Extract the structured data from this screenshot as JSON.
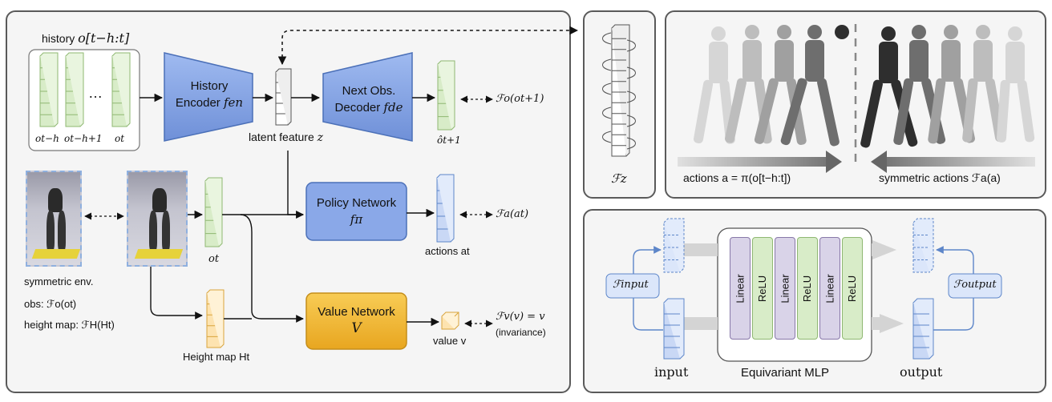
{
  "main_panel": {
    "history_label": "history",
    "history_symbol": "o[t−h:t]",
    "history_ticks": [
      "ot−h",
      "ot−h+1",
      "…",
      "ot"
    ],
    "encoder": {
      "line1": "History",
      "line2": "Encoder",
      "symbol": "fen"
    },
    "latent_label": "latent feature",
    "latent_symbol": "z",
    "decoder": {
      "line1": "Next Obs.",
      "line2": "Decoder",
      "symbol": "fde"
    },
    "next_obs_label": "ôt+1",
    "next_obs_sym": "ℱo(ot+1)",
    "policy": {
      "line1": "Policy Network",
      "symbol": "fπ"
    },
    "actions_label": "actions at",
    "actions_sym": "ℱa(at)",
    "obs_label": "ot",
    "symmetric_env": "symmetric  env.",
    "obs_sym": "obs: ℱo(ot)",
    "height_sym": "height map: ℱH(Ht)",
    "height_map_label": "Height map Ht",
    "value": {
      "line1": "Value Network",
      "symbol": "V"
    },
    "value_label": "value v",
    "value_sym": "ℱv(v) = v",
    "invariance": "(invariance)"
  },
  "fz_panel": {
    "label": "ℱz"
  },
  "robot_panel": {
    "actions_text": "actions a = π(o[t−h:t])",
    "sym_actions_text": "symmetric actions ℱa(a)"
  },
  "mlp_panel": {
    "input_label": "input",
    "output_label": "output",
    "f_input": "ℱinput",
    "f_output": "ℱoutput",
    "title": "Equivariant MLP",
    "layers": [
      "Linear",
      "ReLU",
      "Linear",
      "ReLU",
      "Linear",
      "ReLU"
    ]
  },
  "colors": {
    "green_fill": "#d8ecc8",
    "green_stroke": "#8fb872",
    "blue_fill": "#c9d8f5",
    "blue_stroke": "#5d86c9",
    "orange_fill": "#fde3b0",
    "orange_stroke": "#d9a43c",
    "purple_fill": "#d9d3e8",
    "purple_stroke": "#8878a8",
    "policy_box": "#8aa8e8",
    "value_box": "#f3b733"
  }
}
